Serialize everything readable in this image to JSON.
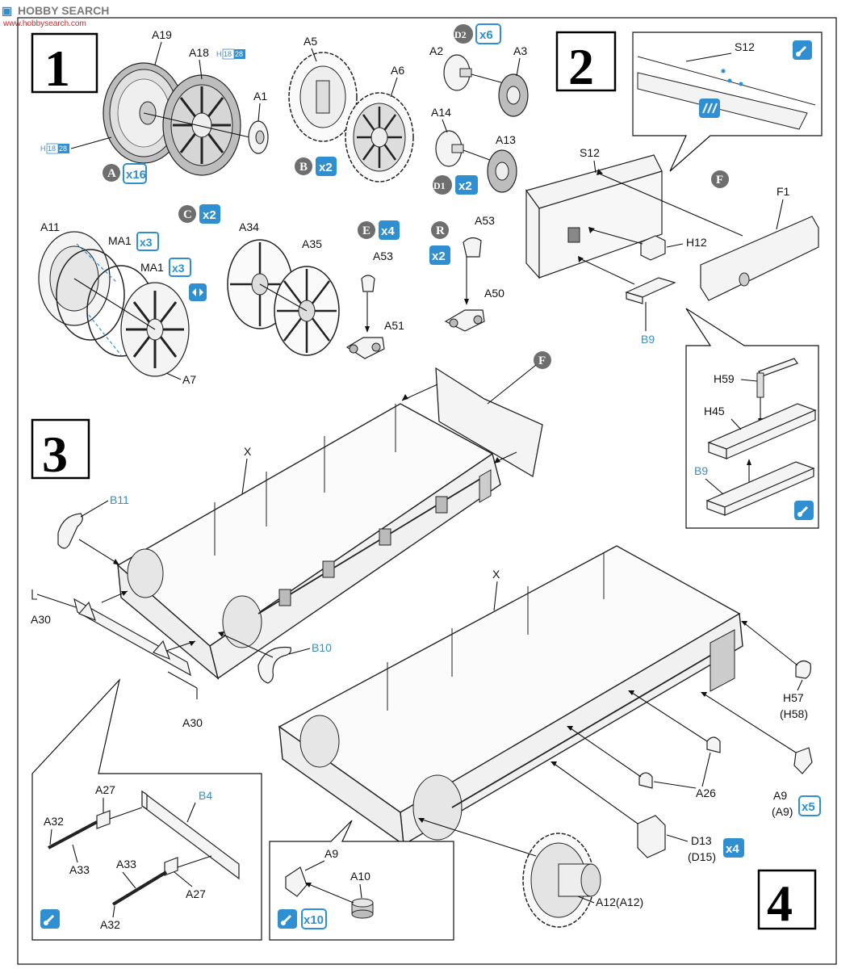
{
  "watermark": {
    "brand": "HOBBY SEARCH",
    "site": "www.hobbysearch.com"
  },
  "steps": [
    "1",
    "2",
    "3",
    "4"
  ],
  "step1": {
    "labels": {
      "a19": "A19",
      "a18": "A18",
      "a1": "A1",
      "a5": "A5",
      "a6": "A6",
      "a2": "A2",
      "a3": "A3",
      "a14": "A14",
      "a13": "A13",
      "a11": "A11",
      "ma1_top": "MA1",
      "ma1_mid": "MA1",
      "a7": "A7",
      "a34": "A34",
      "a35": "A35",
      "a53_left": "A53",
      "a51": "A51",
      "a53_right": "A53",
      "a50": "A50"
    },
    "hfrac_top": {
      "h": "H",
      "n1": "18",
      "n2": "28"
    },
    "hfrac_bottom": {
      "h": "H",
      "n1": "18",
      "n2": "28"
    },
    "subassemblies": {
      "a": {
        "letter": "A",
        "count": "x16"
      },
      "b": {
        "letter": "B",
        "count": "x2"
      },
      "d2": {
        "letter": "D2",
        "count": "x6"
      },
      "d1": {
        "letter": "D1",
        "count": "x2"
      },
      "c": {
        "letter": "C",
        "count": "x2"
      },
      "e": {
        "letter": "E",
        "count": "x4"
      },
      "r": {
        "letter": "R",
        "count": "x2"
      }
    },
    "ma1_top_count": "x3",
    "ma1_mid_count": "x3"
  },
  "step2": {
    "labels": {
      "s12_inset": "S12",
      "s12": "S12",
      "f1": "F1",
      "h12": "H12",
      "b9": "B9",
      "h59": "H59",
      "h45": "H45",
      "b9_inset": "B9"
    },
    "marker_f": "F"
  },
  "step3": {
    "labels": {
      "x": "X",
      "b11": "B11",
      "a30_top": "A30",
      "a30_bottom": "A30",
      "b10": "B10"
    },
    "marker_f": "F",
    "inset": {
      "a27_top": "A27",
      "a32_top": "A32",
      "a33_top": "A33",
      "b4": "B4",
      "a33_bottom": "A33",
      "a27_bottom": "A27",
      "a32_bottom": "A32"
    }
  },
  "step4": {
    "labels": {
      "x": "X",
      "h57": "H57",
      "h58": "(H58)",
      "a26": "A26",
      "a9": "A9",
      "a9b": "(A9)",
      "d13": "D13",
      "d15": "(D15)",
      "a12": "A12(A12)"
    },
    "a9_count": "x5",
    "d13_count": "x4",
    "inset": {
      "a9": "A9",
      "a10": "A10",
      "count": "x10"
    }
  },
  "colors": {
    "badge": "#2f8fd0",
    "marker": "#6e6e6e",
    "frame": "#111111",
    "blue_label": "#2f8fd0"
  }
}
